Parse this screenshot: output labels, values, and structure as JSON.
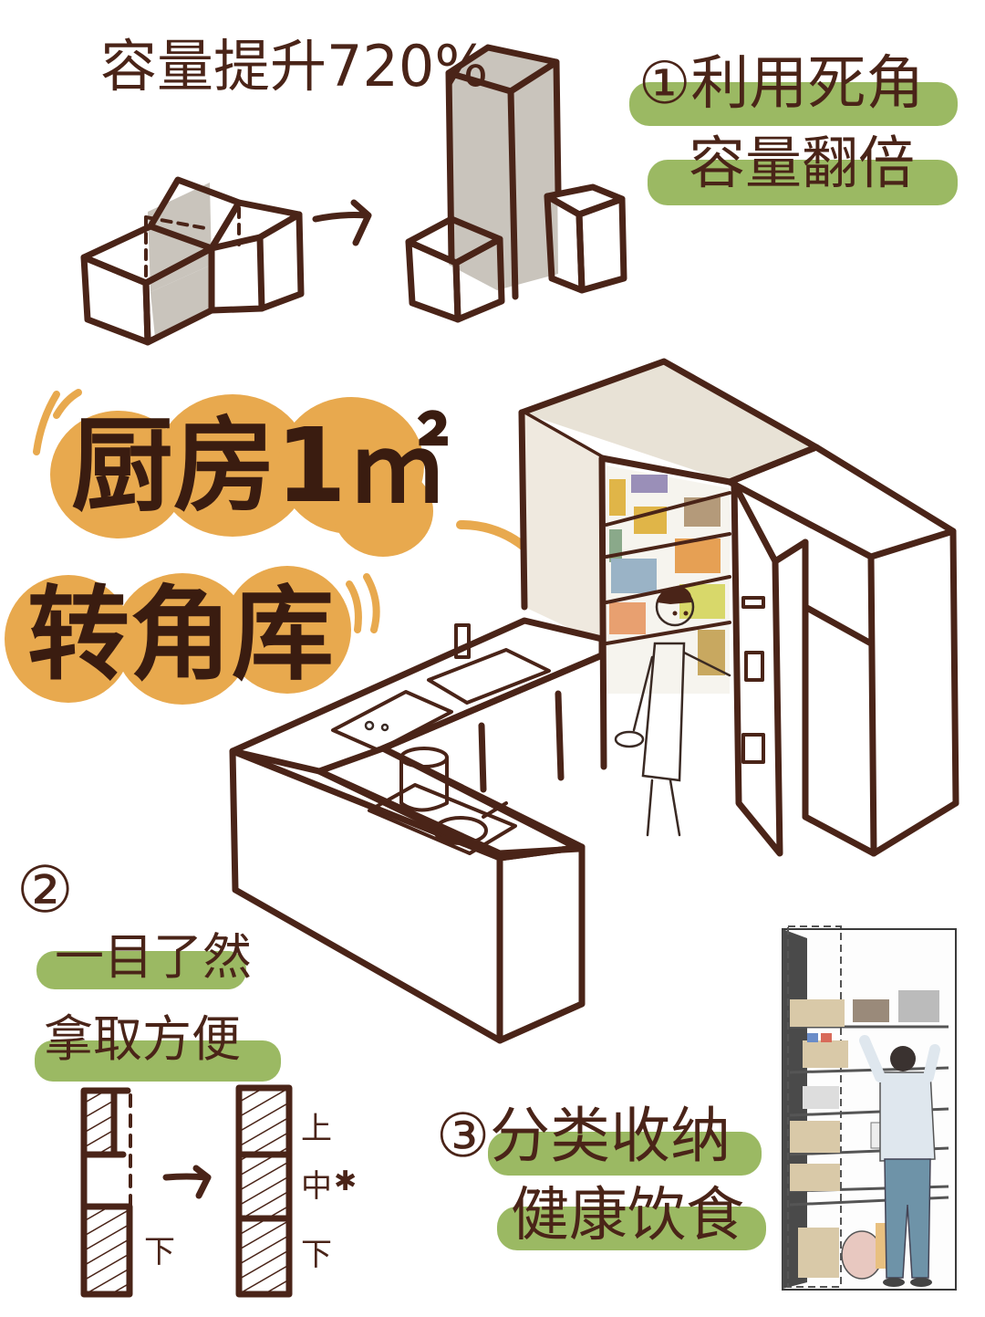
{
  "colors": {
    "ink": "#4a2418",
    "orange_blob": "#e8a94e",
    "green_highlight": "#8aad48",
    "grey_fill": "#c9c4bc",
    "cabinet_top": "#e8e2d6",
    "background": "#ffffff"
  },
  "section_top": {
    "capacity_text": "容量提升720%",
    "point_1_number": "①",
    "point_1_line1": "利用死角",
    "point_1_line2": "容量翻倍",
    "arrow": "→"
  },
  "title": {
    "line1": "厨房1㎡",
    "line2": "转角库"
  },
  "section_2": {
    "number": "②",
    "line1": "一目了然",
    "line2": "拿取方便",
    "arrow": "→",
    "left_label_bottom": "下",
    "right_labels": [
      "上",
      "中",
      "下"
    ]
  },
  "section_3": {
    "number": "③",
    "line1": "分类收纳",
    "line2": "健康饮食"
  },
  "pantry_shelf_colors": [
    "#e0b548",
    "#9a8fb8",
    "#8aa98a",
    "#9ab3c6",
    "#e6a054",
    "#b49a7a",
    "#d8d86a",
    "#e8a070"
  ]
}
